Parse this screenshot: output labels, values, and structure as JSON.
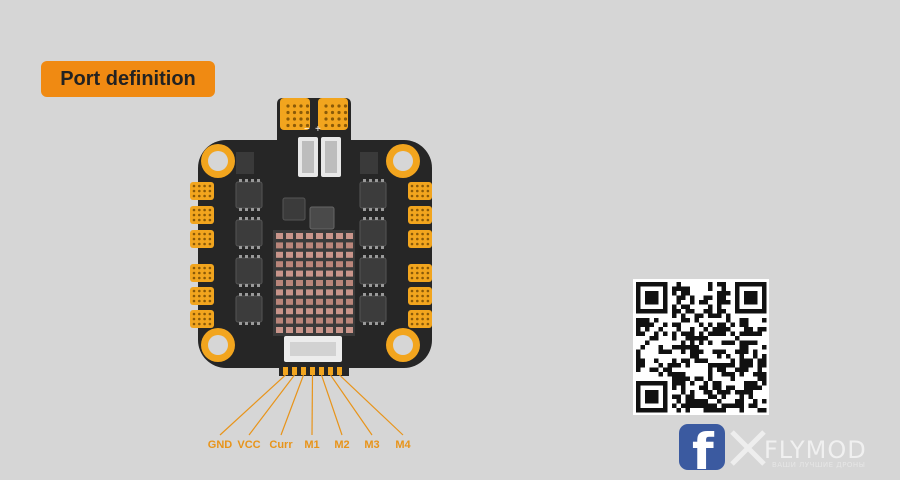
{
  "title": "Port definition",
  "wire_labels": [
    "GND",
    "VCC",
    "Curr",
    "M1",
    "M2",
    "M3",
    "M4"
  ],
  "board_marks": {
    "minus": "−",
    "plus": "+"
  },
  "brand": {
    "name": "FLYMOD",
    "tagline": "ВАШИ ЛУЧШИЕ ДРОНЫ",
    "facebook_icon": "facebook-icon"
  },
  "colors": {
    "background": "#d6d6d6",
    "accent": "#f08a12",
    "board": "#262626",
    "pad": "#f2a51e",
    "wire": "#e8941a",
    "label": "#e8941a"
  }
}
